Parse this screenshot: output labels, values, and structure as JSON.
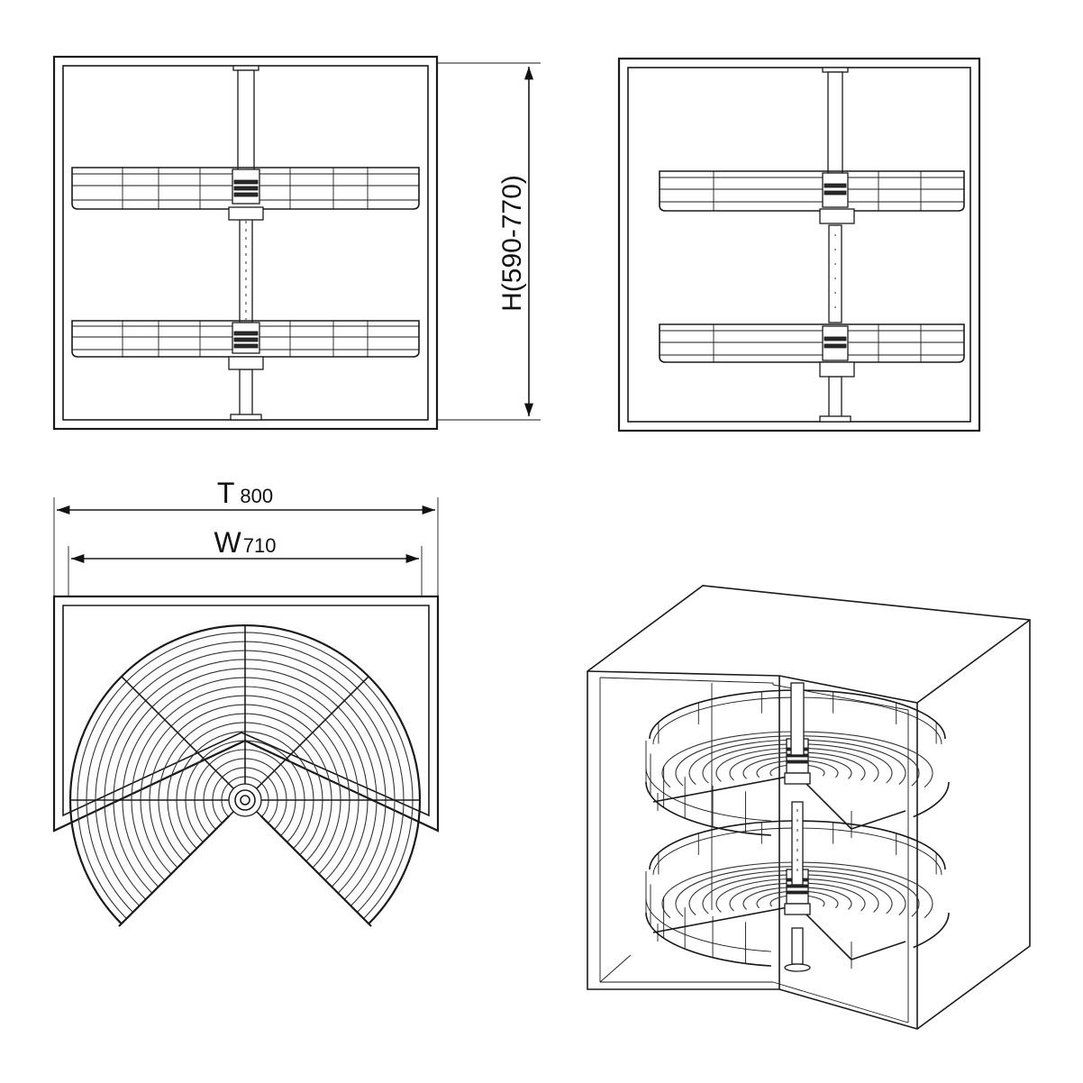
{
  "dimensions": {
    "height": {
      "letter": "H",
      "value": "(590-770)"
    },
    "total": {
      "letter": "T",
      "value": "800"
    },
    "width": {
      "letter": "W",
      "value": "710"
    }
  }
}
